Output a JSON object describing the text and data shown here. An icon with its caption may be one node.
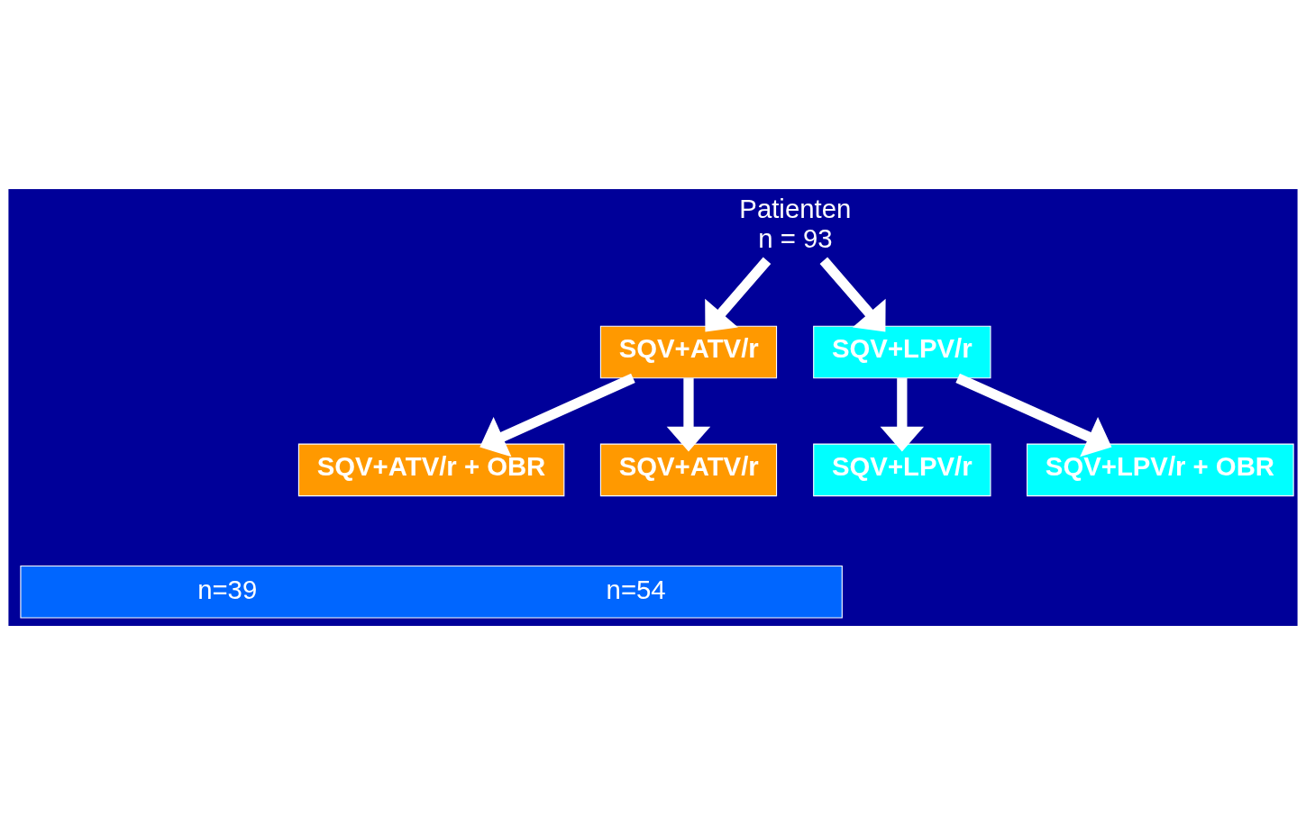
{
  "diagram": {
    "nodes": [
      {
        "text": [
          "Patienten",
          "n = 93"
        ]
      },
      {
        "text": [
          "SQV+ATV/r"
        ]
      },
      {
        "text": [
          "SQV+LPV/r"
        ]
      },
      {
        "text": [
          "SQV+ATV/r + OBR"
        ]
      },
      {
        "text": [
          "SQV+ATV/r"
        ]
      },
      {
        "text": [
          "SQV+LPV/r"
        ]
      },
      {
        "text": [
          "SQV+LPV/r + OBR"
        ]
      },
      {
        "text": [
          "n=39",
          "n=54"
        ]
      }
    ],
    "edges": [
      {
        "from": 0,
        "to": 1,
        "arrow": "to"
      },
      {
        "from": 0,
        "to": 2,
        "arrow": "to"
      },
      {
        "from": 1,
        "to": 3,
        "arrow": "to"
      },
      {
        "from": 1,
        "to": 4,
        "arrow": "to"
      },
      {
        "from": 2,
        "to": 5,
        "arrow": "to"
      },
      {
        "from": 2,
        "to": 6,
        "arrow": "to"
      }
    ]
  }
}
